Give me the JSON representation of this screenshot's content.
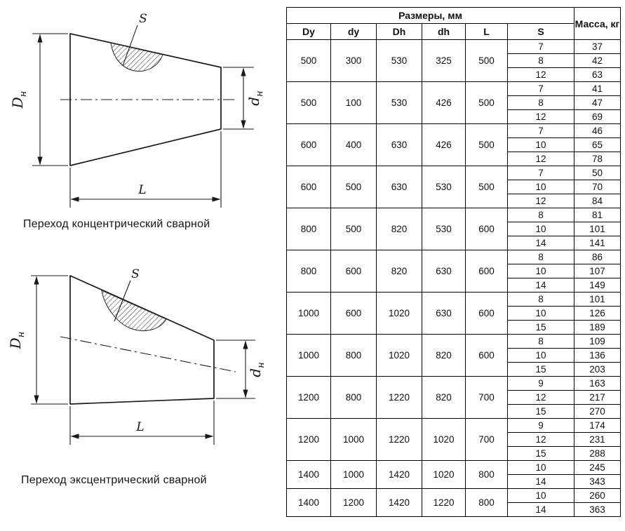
{
  "drawings": {
    "concentric": {
      "caption": "Переход концентрический сварной",
      "dim_big_main": "D",
      "dim_big_sub": "н",
      "dim_small_main": "d",
      "dim_small_sub": "н",
      "dim_length": "L",
      "dim_thickness": "S"
    },
    "eccentric": {
      "caption": "Переход эксцентрический сварной",
      "dim_big_main": "D",
      "dim_big_sub": "н",
      "dim_small_main": "d",
      "dim_small_sub": "н",
      "dim_length": "L",
      "dim_thickness": "S"
    }
  },
  "table": {
    "title": "Размеры, мм",
    "mass_header": "Масса, кг",
    "columns": [
      "Dy",
      "dy",
      "Dh",
      "dh",
      "L",
      "S"
    ],
    "merge_keys": [
      "Dy",
      "dy",
      "Dh",
      "dh",
      "L"
    ],
    "groups": [
      {
        "Dy": "500",
        "dy": "300",
        "Dh": "530",
        "dh": "325",
        "L": "500",
        "rows": [
          {
            "S": "7",
            "m": "37"
          },
          {
            "S": "8",
            "m": "42"
          },
          {
            "S": "12",
            "m": "63"
          }
        ]
      },
      {
        "Dy": "500",
        "dy": "100",
        "Dh": "530",
        "dh": "426",
        "L": "500",
        "rows": [
          {
            "S": "7",
            "m": "41"
          },
          {
            "S": "8",
            "m": "47"
          },
          {
            "S": "12",
            "m": "69"
          }
        ]
      },
      {
        "Dy": "600",
        "dy": "400",
        "Dh": "630",
        "dh": "426",
        "L": "500",
        "rows": [
          {
            "S": "7",
            "m": "46"
          },
          {
            "S": "10",
            "m": "65"
          },
          {
            "S": "12",
            "m": "78"
          }
        ]
      },
      {
        "Dy": "600",
        "dy": "500",
        "Dh": "630",
        "dh": "530",
        "L": "500",
        "rows": [
          {
            "S": "7",
            "m": "50"
          },
          {
            "S": "10",
            "m": "70"
          },
          {
            "S": "12",
            "m": "84"
          }
        ]
      },
      {
        "Dy": "800",
        "dy": "500",
        "Dh": "820",
        "dh": "530",
        "L": "600",
        "rows": [
          {
            "S": "8",
            "m": "81"
          },
          {
            "S": "10",
            "m": "101"
          },
          {
            "S": "14",
            "m": "141"
          }
        ]
      },
      {
        "Dy": "800",
        "dy": "600",
        "Dh": "820",
        "dh": "630",
        "L": "600",
        "rows": [
          {
            "S": "8",
            "m": "86"
          },
          {
            "S": "10",
            "m": "107"
          },
          {
            "S": "14",
            "m": "149"
          }
        ]
      },
      {
        "Dy": "1000",
        "dy": "600",
        "Dh": "1020",
        "dh": "630",
        "L": "600",
        "rows": [
          {
            "S": "8",
            "m": "101"
          },
          {
            "S": "10",
            "m": "126"
          },
          {
            "S": "15",
            "m": "189"
          }
        ]
      },
      {
        "Dy": "1000",
        "dy": "800",
        "Dh": "1020",
        "dh": "820",
        "L": "600",
        "rows": [
          {
            "S": "8",
            "m": "109"
          },
          {
            "S": "10",
            "m": "136"
          },
          {
            "S": "15",
            "m": "203"
          }
        ]
      },
      {
        "Dy": "1200",
        "dy": "800",
        "Dh": "1220",
        "dh": "820",
        "L": "700",
        "rows": [
          {
            "S": "9",
            "m": "163"
          },
          {
            "S": "12",
            "m": "217"
          },
          {
            "S": "15",
            "m": "270"
          }
        ]
      },
      {
        "Dy": "1200",
        "dy": "1000",
        "Dh": "1220",
        "dh": "1020",
        "L": "700",
        "rows": [
          {
            "S": "9",
            "m": "174"
          },
          {
            "S": "12",
            "m": "231"
          },
          {
            "S": "15",
            "m": "288"
          }
        ]
      },
      {
        "Dy": "1400",
        "dy": "1000",
        "Dh": "1420",
        "dh": "1020",
        "L": "800",
        "rows": [
          {
            "S": "10",
            "m": "245"
          },
          {
            "S": "14",
            "m": "343"
          }
        ]
      },
      {
        "Dy": "1400",
        "dy": "1200",
        "Dh": "1420",
        "dh": "1220",
        "L": "800",
        "rows": [
          {
            "S": "10",
            "m": "260"
          },
          {
            "S": "14",
            "m": "363"
          }
        ]
      }
    ]
  }
}
